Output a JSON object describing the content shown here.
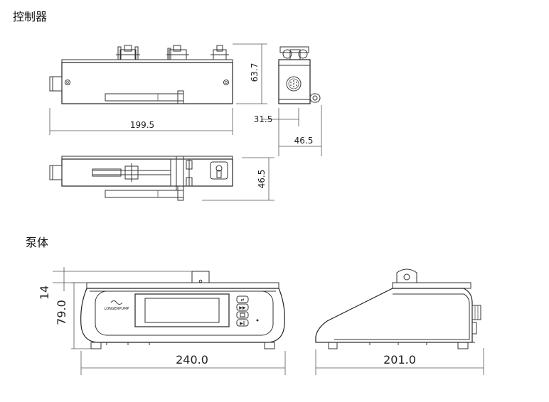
{
  "sections": {
    "controller_title": "控制器",
    "pump_title": "泵体"
  },
  "dimensions": {
    "controller_length": "199.5",
    "controller_height": "63.7",
    "controller_side_a": "31.5",
    "controller_side_b": "46.5",
    "controller_top_depth": "46.5",
    "pump_top_offset": "14",
    "pump_height": "79.0",
    "pump_width": "240.0",
    "pump_depth": "201.0"
  },
  "logo": {
    "text": "LONGERPUMP"
  }
}
